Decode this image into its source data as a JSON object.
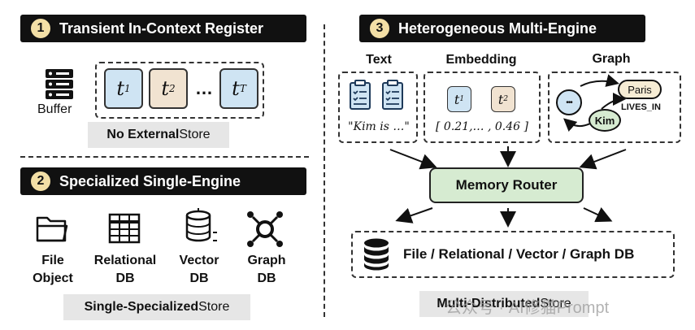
{
  "panel1": {
    "number": "1",
    "title": "Transient In-Context Register",
    "buffer_label": "Buffer",
    "tokens": [
      {
        "letter": "t",
        "sub": "1"
      },
      {
        "letter": "t",
        "sub": "2"
      },
      {
        "letter": "t",
        "sub": "T"
      }
    ],
    "ellipsis": "…",
    "store_bold": "No External",
    "store_rest": " Store"
  },
  "panel2": {
    "number": "2",
    "title": "Specialized Single-Engine",
    "items": [
      {
        "label_line1": "File",
        "label_line2": "Object",
        "icon": "folder-icon"
      },
      {
        "label_line1": "Relational",
        "label_line2": "DB",
        "icon": "table-icon"
      },
      {
        "label_line1": "Vector",
        "label_line2": "DB",
        "icon": "database-icon"
      },
      {
        "label_line1": "Graph",
        "label_line2": "DB",
        "icon": "graph-icon"
      }
    ],
    "store_bold": "Single-Specialized",
    "store_rest": " Store"
  },
  "panel3": {
    "number": "3",
    "title": "Heterogeneous Multi-Engine",
    "text_label": "Text",
    "text_quote": "\"Kim is …\"",
    "embedding_label": "Embedding",
    "embedding_tokens": [
      {
        "letter": "t",
        "sub": "1"
      },
      {
        "letter": "t",
        "sub": "2"
      }
    ],
    "embedding_vector": "[ 0.21,… , 0.46 ]",
    "graph_label": "Graph",
    "graph_node_paris": "Paris",
    "graph_node_kim": "Kim",
    "graph_edge_label": "LIVES_IN",
    "graph_node_more": "•••",
    "router_label": "Memory Router",
    "db_label": "File / Relational / Vector / Graph DB",
    "store_bold": "Multi-Distributed",
    "store_rest": " Store"
  },
  "watermark": "公众号 · AI修猫Prompt",
  "colors": {
    "token_blue": "#cfe4f3",
    "token_tan": "#f1e3d1",
    "router_green": "#d6ebd1",
    "badge": "#f3dfa6"
  }
}
